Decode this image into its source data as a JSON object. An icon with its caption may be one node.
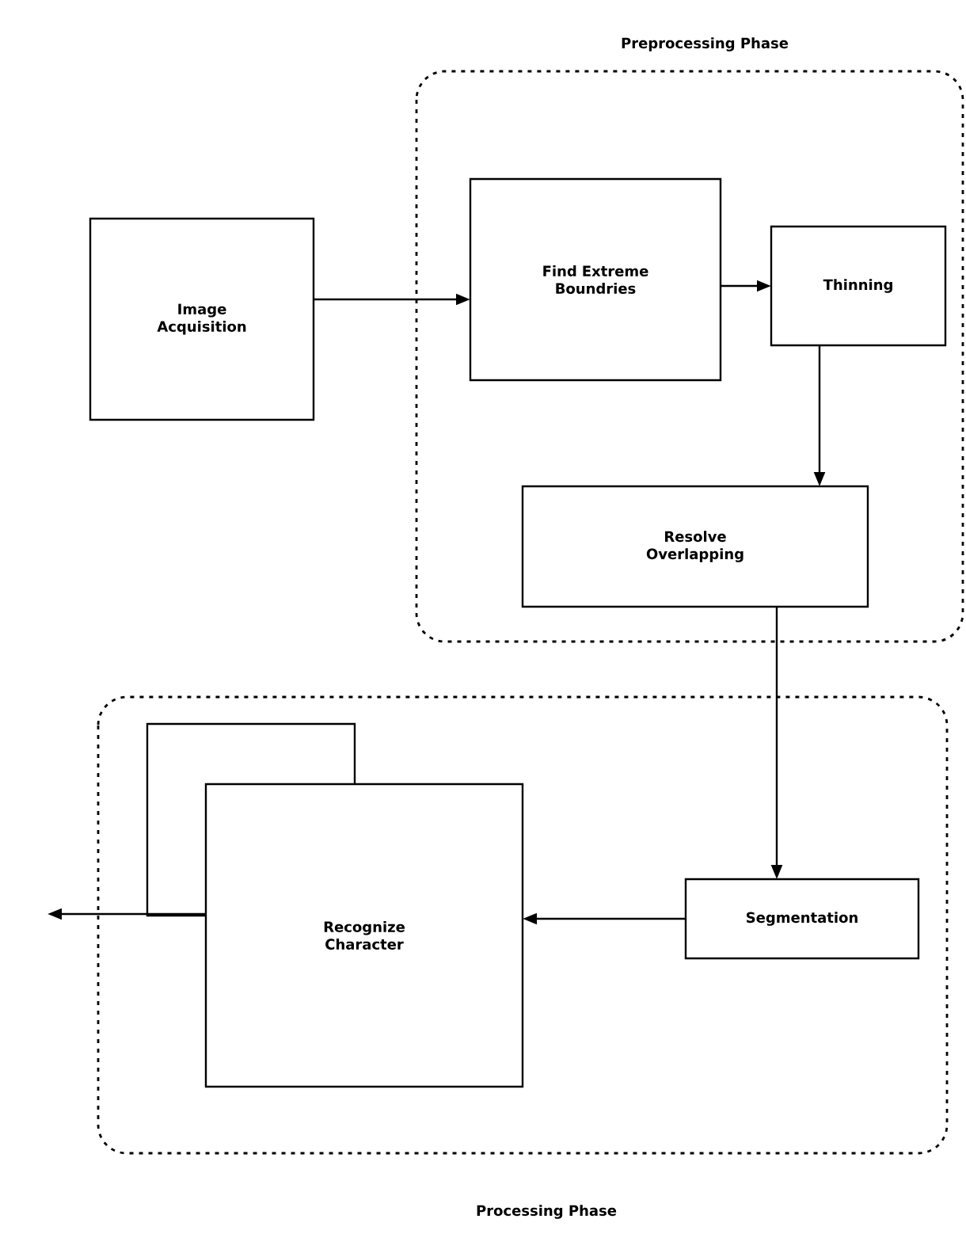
{
  "diagram": {
    "nodes": [
      {
        "text": [
          "Preprocessing Phase"
        ]
      },
      {
        "text": [
          "Image Acquisition"
        ]
      },
      {
        "text": [
          "Find Extreme Boundries"
        ],
        "in": 0
      },
      {
        "text": [
          "Thinning"
        ],
        "in": 0
      },
      {
        "text": [
          "Resolve Overlapping"
        ],
        "in": 0
      },
      {
        "text": [
          "Processing Phase"
        ]
      },
      {
        "text": [],
        "shape": "box",
        "in": 5
      },
      {
        "text": [
          "Recognize Character"
        ],
        "in": 5
      },
      {
        "text": [
          "Segmentation"
        ],
        "in": 5
      }
    ],
    "edges": [
      {
        "from": 1,
        "to": 2,
        "arrow": "to"
      },
      {
        "from": 2,
        "to": 3,
        "arrow": "to"
      },
      {
        "from": 3,
        "to": 4,
        "arrow": "to"
      },
      {
        "from": 4,
        "to": 8,
        "arrow": "to"
      },
      {
        "from": 8,
        "to": 7,
        "arrow": "to"
      },
      {
        "from": 7,
        "to": null,
        "arrow": "to"
      }
    ]
  }
}
